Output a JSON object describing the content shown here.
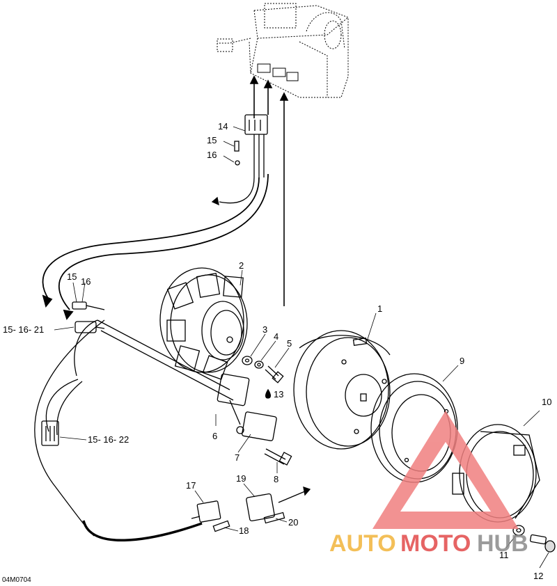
{
  "diagram": {
    "drawing_code": "04M0704",
    "callouts": {
      "c1": "1",
      "c2": "2",
      "c3": "3",
      "c4": "4",
      "c5": "5",
      "c6": "6",
      "c7": "7",
      "c8": "8",
      "c9": "9",
      "c10": "10",
      "c11": "11",
      "c12": "12",
      "c13": "13",
      "c14": "14",
      "c15_top": "15",
      "c16_top": "16",
      "c15_mid": "15",
      "c16_mid": "16",
      "c15_16_21": "15- 16- 21",
      "c15_16_22": "15- 16- 22",
      "c17": "17",
      "c18": "18",
      "c19": "19",
      "c20": "20"
    }
  },
  "watermark": {
    "auto": "AUTO",
    "moto": "MOTO",
    "hub": "HUB",
    "colors": {
      "auto": "#f2b43c",
      "moto": "#e24a4a",
      "hub": "#8a8a8a",
      "logo": "#f08080"
    }
  }
}
